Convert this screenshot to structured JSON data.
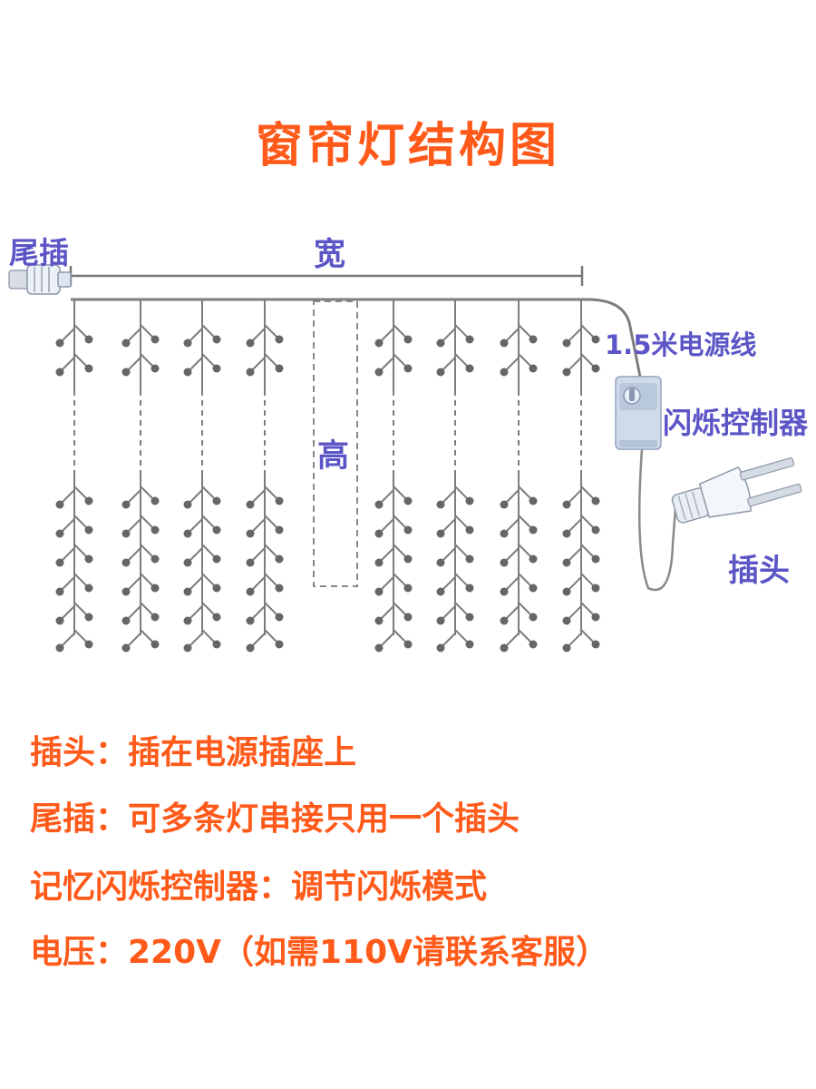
{
  "title": "窗帘灯结构图",
  "labels": {
    "tail_plug": "尾插",
    "width": "宽",
    "height": "高",
    "cable": "1.5米电源线",
    "controller": "闪烁控制器",
    "plug": "插头"
  },
  "notes": [
    "插头：插在电源插座上",
    "尾插：可多条灯串接只用一个插头",
    "记忆闪烁控制器：调节闪烁模式",
    "电压：220V（如需110V请联系客服）"
  ],
  "colors": {
    "title": "#ff5a1a",
    "labels": "#5b55c6",
    "wire": "#7d7d7d",
    "bulb": "#666666"
  },
  "icons": [
    "tail-connector-icon",
    "controller-box-icon",
    "power-plug-icon"
  ]
}
